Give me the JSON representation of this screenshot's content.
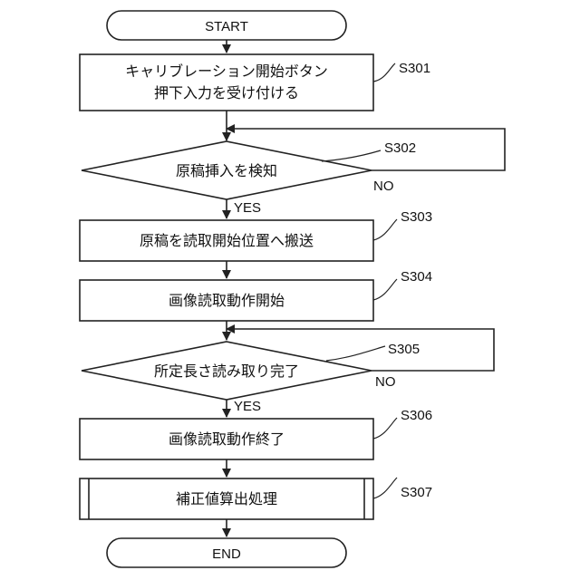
{
  "flowchart": {
    "start": "START",
    "end": "END",
    "steps": [
      {
        "id": "S301",
        "lines": [
          "キャリブレーション開始ボタン",
          "押下入力を受け付ける"
        ]
      },
      {
        "id": "S302",
        "lines": [
          "原稿挿入を検知"
        ],
        "yes": "YES",
        "no": "NO"
      },
      {
        "id": "S303",
        "lines": [
          "原稿を読取開始位置へ搬送"
        ]
      },
      {
        "id": "S304",
        "lines": [
          "画像読取動作開始"
        ]
      },
      {
        "id": "S305",
        "lines": [
          "所定長さ読み取り完了"
        ],
        "yes": "YES",
        "no": "NO"
      },
      {
        "id": "S306",
        "lines": [
          "画像読取動作終了"
        ]
      },
      {
        "id": "S307",
        "lines": [
          "補正値算出処理"
        ]
      }
    ]
  }
}
